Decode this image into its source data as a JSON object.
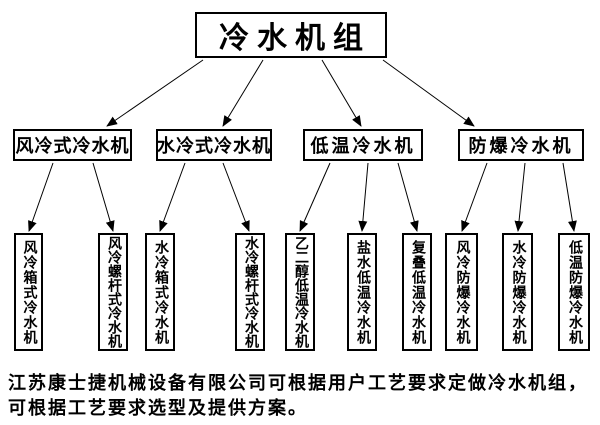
{
  "diagram": {
    "root": {
      "label": "冷水机组"
    },
    "branches": [
      {
        "label": "风冷式冷水机",
        "children": [
          {
            "label": "风冷箱式冷水机"
          },
          {
            "label": "风冷螺杆式冷水机"
          }
        ]
      },
      {
        "label": "水冷式冷水机",
        "children": [
          {
            "label": "水冷箱式冷水机"
          },
          {
            "label": "水冷螺杆式冷水机"
          }
        ]
      },
      {
        "label": "低温冷水机",
        "children": [
          {
            "label": "乙二醇低温冷水机"
          },
          {
            "label": "盐水低温冷水机"
          },
          {
            "label": "复叠低温冷水机"
          }
        ]
      },
      {
        "label": "防爆冷水机",
        "children": [
          {
            "label": "风冷防爆冷水机"
          },
          {
            "label": "水冷防爆冷水机"
          },
          {
            "label": "低温防爆冷水机"
          }
        ]
      }
    ]
  },
  "footer": {
    "line1": "江苏康士捷机械设备有限公司可根据用户工艺要求定做冷水机组，",
    "line2": "可根据工艺要求选型及提供方案。"
  },
  "colors": {
    "background": "#ffffff",
    "line": "#000000",
    "text": "#000000"
  }
}
